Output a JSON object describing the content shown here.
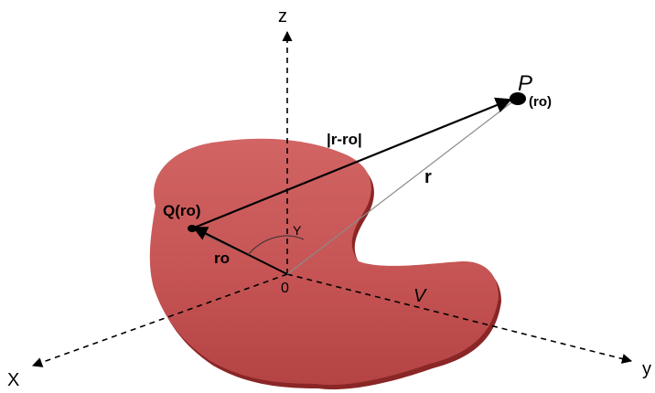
{
  "labels": {
    "axis_z": "z",
    "axis_x": "X",
    "axis_y": "y",
    "origin": "0",
    "point_p": "P",
    "point_p_sub": "(ro)",
    "point_q": "Q(ro)",
    "vec_diff": "|r-ro|",
    "vec_r": "r",
    "vec_ro": "ro",
    "angle": "Y",
    "volume": "V"
  },
  "colors": {
    "region_fill": "#c65454",
    "region_dark": "#9c2f2f",
    "region_light": "#d97a7a",
    "background": "#ffffff",
    "ink": "#000000"
  }
}
